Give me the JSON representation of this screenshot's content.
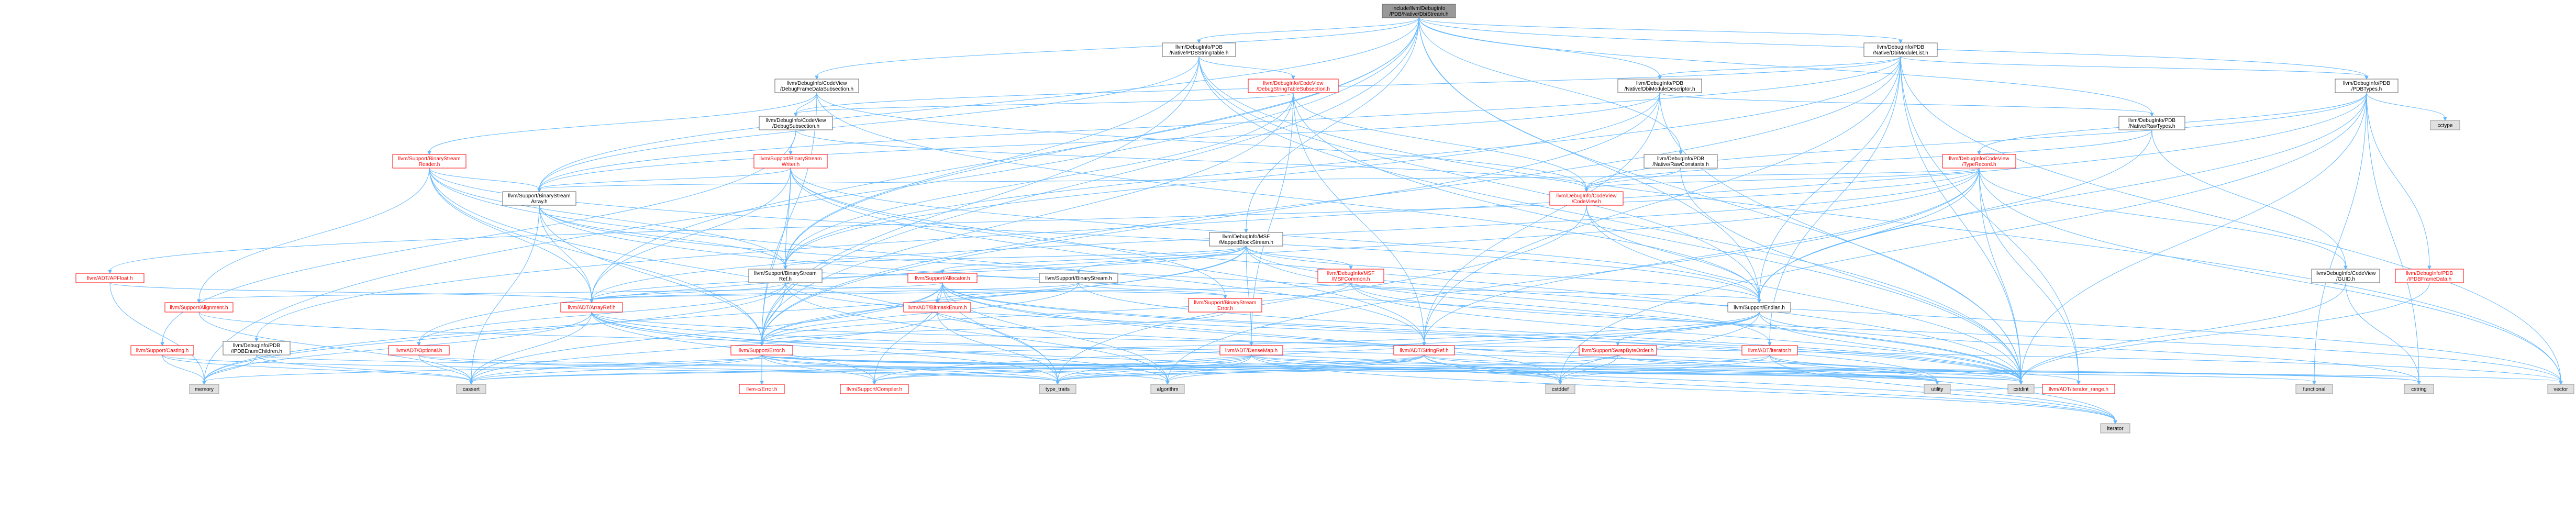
{
  "colors": {
    "root_fill": "#999999",
    "node_fill": "#ffffff",
    "node_stroke_internal": "#666666",
    "node_stroke_red": "#ff0000",
    "leaf_fill": "#e0e0e0",
    "leaf_stroke": "#999999",
    "edge": "#63b8ff",
    "text": "#000000",
    "red_text": "#ff0000"
  },
  "nodes": [
    {
      "id": "root",
      "lines": [
        "include/llvm/DebugInfo",
        "/PDB/Native/DbiStream.h"
      ],
      "kind": "root"
    },
    {
      "id": "pdbstringtable",
      "lines": [
        "llvm/DebugInfo/PDB",
        "/Native/PDBStringTable.h"
      ],
      "kind": "normal"
    },
    {
      "id": "dbimodulelist",
      "lines": [
        "llvm/DebugInfo/PDB",
        "/Native/DbiModuleList.h"
      ],
      "kind": "normal"
    },
    {
      "id": "debugframedata",
      "lines": [
        "llvm/DebugInfo/CodeView",
        "/DebugFrameDataSubsection.h"
      ],
      "kind": "normal"
    },
    {
      "id": "debugstringtable",
      "lines": [
        "llvm/DebugInfo/CodeView",
        "/DebugStringTableSubsection.h"
      ],
      "kind": "red"
    },
    {
      "id": "dbimoduledescriptor",
      "lines": [
        "llvm/DebugInfo/PDB",
        "/Native/DbiModuleDescriptor.h"
      ],
      "kind": "normal"
    },
    {
      "id": "pdbtypes",
      "lines": [
        "llvm/DebugInfo/PDB",
        "/PDBTypes.h"
      ],
      "kind": "normal"
    },
    {
      "id": "debugsubsection",
      "lines": [
        "llvm/DebugInfo/CodeView",
        "/DebugSubsection.h"
      ],
      "kind": "normal"
    },
    {
      "id": "rawtypes",
      "lines": [
        "llvm/DebugInfo/PDB",
        "/Native/RawTypes.h"
      ],
      "kind": "normal"
    },
    {
      "id": "cctype",
      "lines": [
        "cctype"
      ],
      "kind": "leaf"
    },
    {
      "id": "binarystreamreader",
      "lines": [
        "llvm/Support/BinaryStream",
        "Reader.h"
      ],
      "kind": "red"
    },
    {
      "id": "binarystreamwriter",
      "lines": [
        "llvm/Support/BinaryStream",
        "Writer.h"
      ],
      "kind": "red"
    },
    {
      "id": "rawconstants",
      "lines": [
        "llvm/DebugInfo/PDB",
        "/Native/RawConstants.h"
      ],
      "kind": "normal"
    },
    {
      "id": "typerecord",
      "lines": [
        "llvm/DebugInfo/CodeView",
        "/TypeRecord.h"
      ],
      "kind": "red"
    },
    {
      "id": "binarystreamarray",
      "lines": [
        "llvm/Support/BinaryStream",
        "Array.h"
      ],
      "kind": "normal"
    },
    {
      "id": "codeview",
      "lines": [
        "llvm/DebugInfo/CodeView",
        "/CodeView.h"
      ],
      "kind": "red"
    },
    {
      "id": "mappedblockstream",
      "lines": [
        "llvm/DebugInfo/MSF",
        "/MappedBlockStream.h"
      ],
      "kind": "normal"
    },
    {
      "id": "binarystreamref",
      "lines": [
        "llvm/Support/BinaryStream",
        "Ref.h"
      ],
      "kind": "normal"
    },
    {
      "id": "apfloat",
      "lines": [
        "llvm/ADT/APFloat.h"
      ],
      "kind": "red"
    },
    {
      "id": "allocator",
      "lines": [
        "llvm/Support/Allocator.h"
      ],
      "kind": "red"
    },
    {
      "id": "binarystream",
      "lines": [
        "llvm/Support/BinaryStream.h"
      ],
      "kind": "normal"
    },
    {
      "id": "msfcommon",
      "lines": [
        "llvm/DebugInfo/MSF",
        "/MSFCommon.h"
      ],
      "kind": "red"
    },
    {
      "id": "guid",
      "lines": [
        "llvm/DebugInfo/CodeView",
        "/GUID.h"
      ],
      "kind": "normal"
    },
    {
      "id": "pdbframedata",
      "lines": [
        "llvm/DebugInfo/PDB",
        "/IPDBFrameData.h"
      ],
      "kind": "red"
    },
    {
      "id": "alignment",
      "lines": [
        "llvm/Support/Alignment.h"
      ],
      "kind": "red"
    },
    {
      "id": "arrayref",
      "lines": [
        "llvm/ADT/ArrayRef.h"
      ],
      "kind": "red"
    },
    {
      "id": "bitmaskenum",
      "lines": [
        "llvm/ADT/BitmaskEnum.h"
      ],
      "kind": "red"
    },
    {
      "id": "binarystreamerror",
      "lines": [
        "llvm/Support/BinaryStream",
        "Error.h"
      ],
      "kind": "red"
    },
    {
      "id": "endian",
      "lines": [
        "llvm/Support/Endian.h"
      ],
      "kind": "normal"
    },
    {
      "id": "casting",
      "lines": [
        "llvm/Support/Casting.h"
      ],
      "kind": "red"
    },
    {
      "id": "ipdbenumchildren",
      "lines": [
        "llvm/DebugInfo/PDB",
        "/IPDBEnumChildren.h"
      ],
      "kind": "normal"
    },
    {
      "id": "optional",
      "lines": [
        "llvm/ADT/Optional.h"
      ],
      "kind": "red"
    },
    {
      "id": "error",
      "lines": [
        "llvm/Support/Error.h"
      ],
      "kind": "red"
    },
    {
      "id": "densemap",
      "lines": [
        "llvm/ADT/DenseMap.h"
      ],
      "kind": "red"
    },
    {
      "id": "stringref",
      "lines": [
        "llvm/ADT/StringRef.h"
      ],
      "kind": "red"
    },
    {
      "id": "swapbyteorder",
      "lines": [
        "llvm/Support/SwapByteOrder.h"
      ],
      "kind": "red"
    },
    {
      "id": "iterator",
      "lines": [
        "llvm/ADT/iterator.h"
      ],
      "kind": "red"
    },
    {
      "id": "iterator_range",
      "lines": [
        "llvm/ADT/iterator_range.h"
      ],
      "kind": "red"
    },
    {
      "id": "memory",
      "lines": [
        "memory"
      ],
      "kind": "leaf"
    },
    {
      "id": "cassert",
      "lines": [
        "cassert"
      ],
      "kind": "leaf"
    },
    {
      "id": "errc",
      "lines": [
        "llvm/Support/Error.h"
      ],
      "kind": "hidden"
    },
    {
      "id": "cerror",
      "lines": [
        "llvm-c/Error.h"
      ],
      "kind": "red"
    },
    {
      "id": "compiler",
      "lines": [
        "llvm/Support/Compiler.h"
      ],
      "kind": "red"
    },
    {
      "id": "type_traits",
      "lines": [
        "type_traits"
      ],
      "kind": "leaf"
    },
    {
      "id": "algorithm",
      "lines": [
        "algorithm"
      ],
      "kind": "leaf"
    },
    {
      "id": "cstddef",
      "lines": [
        "cstddef"
      ],
      "kind": "leaf"
    },
    {
      "id": "utility",
      "lines": [
        "utility"
      ],
      "kind": "leaf"
    },
    {
      "id": "cstdint",
      "lines": [
        "cstdint"
      ],
      "kind": "leaf"
    },
    {
      "id": "functional",
      "lines": [
        "functional"
      ],
      "kind": "leaf"
    },
    {
      "id": "cstring",
      "lines": [
        "cstring"
      ],
      "kind": "leaf"
    },
    {
      "id": "vector",
      "lines": [
        "vector"
      ],
      "kind": "leaf"
    },
    {
      "id": "iterator_std",
      "lines": [
        "iterator"
      ],
      "kind": "leaf"
    }
  ],
  "edges": [
    [
      "root",
      "pdbstringtable"
    ],
    [
      "root",
      "dbimodulelist"
    ],
    [
      "root",
      "debugframedata"
    ],
    [
      "root",
      "dbimoduledescriptor"
    ],
    [
      "root",
      "pdbtypes"
    ],
    [
      "root",
      "rawtypes"
    ],
    [
      "root",
      "mappedblockstream"
    ],
    [
      "root",
      "binarystreamarray"
    ],
    [
      "root",
      "binarystreamref"
    ],
    [
      "root",
      "error"
    ],
    [
      "root",
      "endian"
    ],
    [
      "root",
      "rawconstants"
    ],
    [
      "root",
      "cstdint"
    ],
    [
      "root",
      "memory"
    ],
    [
      "root",
      "arrayref"
    ],
    [
      "pdbstringtable",
      "debugstringtable"
    ],
    [
      "pdbstringtable",
      "binarystreamref"
    ],
    [
      "pdbstringtable",
      "error"
    ],
    [
      "pdbstringtable",
      "endian"
    ],
    [
      "pdbstringtable",
      "cstdint"
    ],
    [
      "pdbstringtable",
      "vector"
    ],
    [
      "pdbstringtable",
      "binarystreamarray"
    ],
    [
      "dbimodulelist",
      "dbimoduledescriptor"
    ],
    [
      "dbimodulelist",
      "binarystreamarray"
    ],
    [
      "dbimodulelist",
      "binarystreamref"
    ],
    [
      "dbimodulelist",
      "error"
    ],
    [
      "dbimodulelist",
      "endian"
    ],
    [
      "dbimodulelist",
      "cstdint"
    ],
    [
      "dbimodulelist",
      "vector"
    ],
    [
      "dbimodulelist",
      "iterator"
    ],
    [
      "dbimodulelist",
      "stringref"
    ],
    [
      "dbimodulelist",
      "iterator_range"
    ],
    [
      "dbimodulelist",
      "pdbtypes"
    ],
    [
      "dbimodulelist",
      "debugsubsection"
    ],
    [
      "debugframedata",
      "debugsubsection"
    ],
    [
      "debugframedata",
      "codeview"
    ],
    [
      "debugframedata",
      "binarystreamreader"
    ],
    [
      "debugframedata",
      "endian"
    ],
    [
      "debugframedata",
      "error"
    ],
    [
      "debugstringtable",
      "debugsubsection"
    ],
    [
      "debugstringtable",
      "codeview"
    ],
    [
      "debugstringtable",
      "binarystreamref"
    ],
    [
      "debugstringtable",
      "error"
    ],
    [
      "debugstringtable",
      "stringref"
    ],
    [
      "debugstringtable",
      "densemap"
    ],
    [
      "debugstringtable",
      "cstdint"
    ],
    [
      "dbimoduledescriptor",
      "rawtypes"
    ],
    [
      "dbimoduledescriptor",
      "binarystreamarray"
    ],
    [
      "dbimoduledescriptor",
      "binarystreamref"
    ],
    [
      "dbimoduledescriptor",
      "error"
    ],
    [
      "dbimoduledescriptor",
      "stringref"
    ],
    [
      "dbimoduledescriptor",
      "cstdint"
    ],
    [
      "pdbtypes",
      "cctype"
    ],
    [
      "pdbtypes",
      "typerecord"
    ],
    [
      "pdbtypes",
      "codeview"
    ],
    [
      "pdbtypes",
      "pdbframedata"
    ],
    [
      "pdbtypes",
      "ipdbenumchildren"
    ],
    [
      "pdbtypes",
      "endian"
    ],
    [
      "pdbtypes",
      "cstddef"
    ],
    [
      "pdbtypes",
      "cstdint"
    ],
    [
      "pdbtypes",
      "cstring"
    ],
    [
      "pdbtypes",
      "functional"
    ],
    [
      "debugsubsection",
      "codeview"
    ],
    [
      "debugsubsection",
      "binarystreamwriter"
    ],
    [
      "debugsubsection",
      "casting"
    ],
    [
      "rawtypes",
      "guid"
    ],
    [
      "rawtypes",
      "codeview"
    ],
    [
      "rawtypes",
      "endian"
    ],
    [
      "binarystreamreader",
      "alignment"
    ],
    [
      "binarystreamreader",
      "arrayref"
    ],
    [
      "binarystreamreader",
      "stringref"
    ],
    [
      "binarystreamreader",
      "binarystreamarray"
    ],
    [
      "binarystreamreader",
      "binarystreamref"
    ],
    [
      "binarystreamreader",
      "endian"
    ],
    [
      "binarystreamreader",
      "error"
    ],
    [
      "binarystreamreader",
      "type_traits"
    ],
    [
      "binarystreamwriter",
      "arrayref"
    ],
    [
      "binarystreamwriter",
      "stringref"
    ],
    [
      "binarystreamwriter",
      "binarystreamarray"
    ],
    [
      "binarystreamwriter",
      "binarystreamerror"
    ],
    [
      "binarystreamwriter",
      "binarystreamref"
    ],
    [
      "binarystreamwriter",
      "endian"
    ],
    [
      "binarystreamwriter",
      "error"
    ],
    [
      "binarystreamwriter",
      "cstdint"
    ],
    [
      "rawconstants",
      "codeview"
    ],
    [
      "rawconstants",
      "cstdint"
    ],
    [
      "typerecord",
      "apfloat"
    ],
    [
      "typerecord",
      "arrayref"
    ],
    [
      "typerecord",
      "optional"
    ],
    [
      "typerecord",
      "stringref"
    ],
    [
      "typerecord",
      "iterator_range"
    ],
    [
      "typerecord",
      "codeview"
    ],
    [
      "typerecord",
      "guid"
    ],
    [
      "typerecord",
      "binarystreamarray"
    ],
    [
      "typerecord",
      "endian"
    ],
    [
      "typerecord",
      "algorithm"
    ],
    [
      "typerecord",
      "cstdint"
    ],
    [
      "typerecord",
      "vector"
    ],
    [
      "binarystreamarray",
      "arrayref"
    ],
    [
      "binarystreamarray",
      "iterator"
    ],
    [
      "binarystreamarray",
      "binarystreamref"
    ],
    [
      "binarystreamarray",
      "error"
    ],
    [
      "binarystreamarray",
      "cassert"
    ],
    [
      "binarystreamarray",
      "cstdint"
    ],
    [
      "codeview",
      "endian"
    ],
    [
      "codeview",
      "cinttypes"
    ],
    [
      "codeview",
      "type_traits"
    ],
    [
      "codeview",
      "cstdint"
    ],
    [
      "mappedblockstream",
      "arrayref"
    ],
    [
      "mappedblockstream",
      "densemap"
    ],
    [
      "mappedblockstream",
      "msfcommon"
    ],
    [
      "mappedblockstream",
      "allocator"
    ],
    [
      "mappedblockstream",
      "binarystream"
    ],
    [
      "mappedblockstream",
      "binarystreamref"
    ],
    [
      "mappedblockstream",
      "endian"
    ],
    [
      "mappedblockstream",
      "error"
    ],
    [
      "mappedblockstream",
      "cstdint"
    ],
    [
      "mappedblockstream",
      "memory"
    ],
    [
      "mappedblockstream",
      "vector"
    ],
    [
      "binarystreamref",
      "arrayref"
    ],
    [
      "binarystreamref",
      "optional"
    ],
    [
      "binarystreamref",
      "binarystreamerror"
    ],
    [
      "binarystreamref",
      "error"
    ],
    [
      "binarystreamref",
      "algorithm"
    ],
    [
      "binarystreamref",
      "cstdint"
    ],
    [
      "binarystreamref",
      "memory"
    ],
    [
      "binarystreamref",
      "binarystream"
    ],
    [
      "apfloat",
      "arrayref"
    ],
    [
      "apfloat",
      "memory"
    ],
    [
      "allocator",
      "alignment"
    ],
    [
      "allocator",
      "compiler"
    ],
    [
      "allocator",
      "error"
    ],
    [
      "allocator",
      "cassert"
    ],
    [
      "allocator",
      "cstddef"
    ],
    [
      "allocator",
      "cstdint"
    ],
    [
      "allocator",
      "iterator_std"
    ],
    [
      "allocator",
      "type_traits"
    ],
    [
      "allocator",
      "utility"
    ],
    [
      "allocator",
      "algorithm"
    ],
    [
      "allocator",
      "bitmaskenum"
    ],
    [
      "binarystream",
      "arrayref"
    ],
    [
      "binarystream",
      "bitmaskenum"
    ],
    [
      "binarystream",
      "binarystreamerror"
    ],
    [
      "binarystream",
      "error"
    ],
    [
      "binarystream",
      "cstdint"
    ],
    [
      "msfcommon",
      "arrayref"
    ],
    [
      "msfcommon",
      "endian"
    ],
    [
      "msfcommon",
      "error"
    ],
    [
      "msfcommon",
      "cstdint"
    ],
    [
      "msfcommon",
      "vector"
    ],
    [
      "guid",
      "cstdint"
    ],
    [
      "guid",
      "cstring"
    ],
    [
      "pdbframedata",
      "cstdint"
    ],
    [
      "alignment",
      "cassert"
    ],
    [
      "alignment",
      "cstdint"
    ],
    [
      "arrayref",
      "cassert"
    ],
    [
      "arrayref",
      "cstddef"
    ],
    [
      "arrayref",
      "iterator_std"
    ],
    [
      "arrayref",
      "memory"
    ],
    [
      "arrayref",
      "type_traits"
    ],
    [
      "arrayref",
      "vector"
    ],
    [
      "arrayref",
      "compiler"
    ],
    [
      "arrayref",
      "algorithm"
    ],
    [
      "bitmaskenum",
      "cassert"
    ],
    [
      "bitmaskenum",
      "type_traits"
    ],
    [
      "bitmaskenum",
      "utility"
    ],
    [
      "binarystreamerror",
      "error"
    ],
    [
      "endian",
      "compiler"
    ],
    [
      "endian",
      "swapbyteorder"
    ],
    [
      "endian",
      "cassert"
    ],
    [
      "endian",
      "cstddef"
    ],
    [
      "endian",
      "cstdint"
    ],
    [
      "endian",
      "cstring"
    ],
    [
      "endian",
      "type_traits"
    ],
    [
      "casting",
      "memory"
    ],
    [
      "casting",
      "cassert"
    ],
    [
      "casting",
      "type_traits"
    ],
    [
      "ipdbenumchildren",
      "cassert"
    ],
    [
      "ipdbenumchildren",
      "cstdint"
    ],
    [
      "ipdbenumchildren",
      "memory"
    ],
    [
      "optional",
      "cassert"
    ],
    [
      "optional",
      "new"
    ],
    [
      "optional",
      "type_traits"
    ],
    [
      "optional",
      "utility"
    ],
    [
      "error",
      "cerror"
    ],
    [
      "error",
      "compiler"
    ],
    [
      "error",
      "algorithm"
    ],
    [
      "error",
      "cassert"
    ],
    [
      "error",
      "cstdint"
    ],
    [
      "error",
      "cstdlib"
    ],
    [
      "error",
      "functional"
    ],
    [
      "error",
      "memory"
    ],
    [
      "error",
      "new"
    ],
    [
      "error",
      "string"
    ],
    [
      "error",
      "system_error"
    ],
    [
      "error",
      "type_traits"
    ],
    [
      "error",
      "utility"
    ],
    [
      "error",
      "vector"
    ],
    [
      "densemap",
      "compiler"
    ],
    [
      "densemap",
      "algorithm"
    ],
    [
      "densemap",
      "cassert"
    ],
    [
      "densemap",
      "cstddef"
    ],
    [
      "densemap",
      "cstring"
    ],
    [
      "densemap",
      "iterator_std"
    ],
    [
      "densemap",
      "new"
    ],
    [
      "densemap",
      "type_traits"
    ],
    [
      "densemap",
      "utility"
    ],
    [
      "stringref",
      "compiler"
    ],
    [
      "stringref",
      "algorithm"
    ],
    [
      "stringref",
      "cassert"
    ],
    [
      "stringref",
      "cstddef"
    ],
    [
      "stringref",
      "cstring"
    ],
    [
      "stringref",
      "iterator_std"
    ],
    [
      "stringref",
      "type_traits"
    ],
    [
      "stringref",
      "utility"
    ],
    [
      "swapbyteorder",
      "cstddef"
    ],
    [
      "swapbyteorder",
      "cstdint"
    ],
    [
      "swapbyteorder",
      "type_traits"
    ],
    [
      "iterator",
      "iterator_range"
    ],
    [
      "iterator",
      "cstddef"
    ],
    [
      "iterator",
      "iterator_std"
    ],
    [
      "iterator",
      "type_traits"
    ],
    [
      "iterator",
      "utility"
    ],
    [
      "iterator_range",
      "utility"
    ]
  ]
}
